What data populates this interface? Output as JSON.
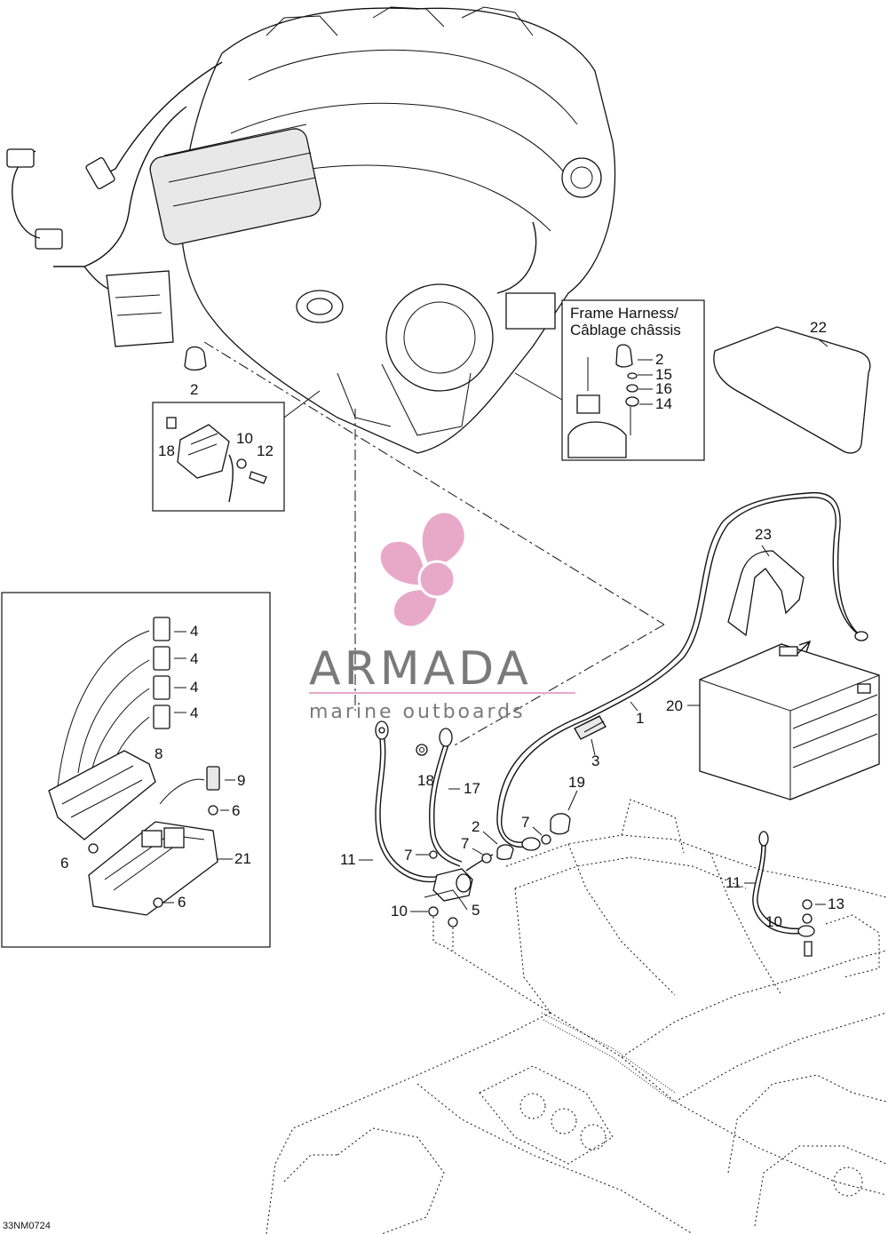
{
  "watermark": {
    "brand": "ARMADA",
    "tagline": "marine outboards",
    "color": "#e8a9c9"
  },
  "frame_harness_inset": {
    "title_en": "Frame Harness/",
    "title_fr": "Câblage châssis",
    "labels": [
      "2",
      "15",
      "16",
      "14"
    ]
  },
  "solenoid_inset": {
    "labels": [
      "18",
      "10",
      "12"
    ]
  },
  "fuse_box_inset": {
    "labels": [
      "4",
      "4",
      "4",
      "4",
      "8",
      "9",
      "6",
      "6",
      "21",
      "6"
    ]
  },
  "callouts": {
    "c22": "22",
    "c2_top": "2",
    "c23": "23",
    "c1": "1",
    "c20": "20",
    "c3": "3",
    "c18": "18",
    "c17": "17",
    "c19": "19",
    "c2_mid": "2",
    "c7_a": "7",
    "c7_b": "7",
    "c7_c": "7",
    "c11_left": "11",
    "c10_left": "10",
    "c5": "5",
    "c11_right": "11",
    "c10_right": "10",
    "c13": "13"
  },
  "figure_code": "33NM0724"
}
